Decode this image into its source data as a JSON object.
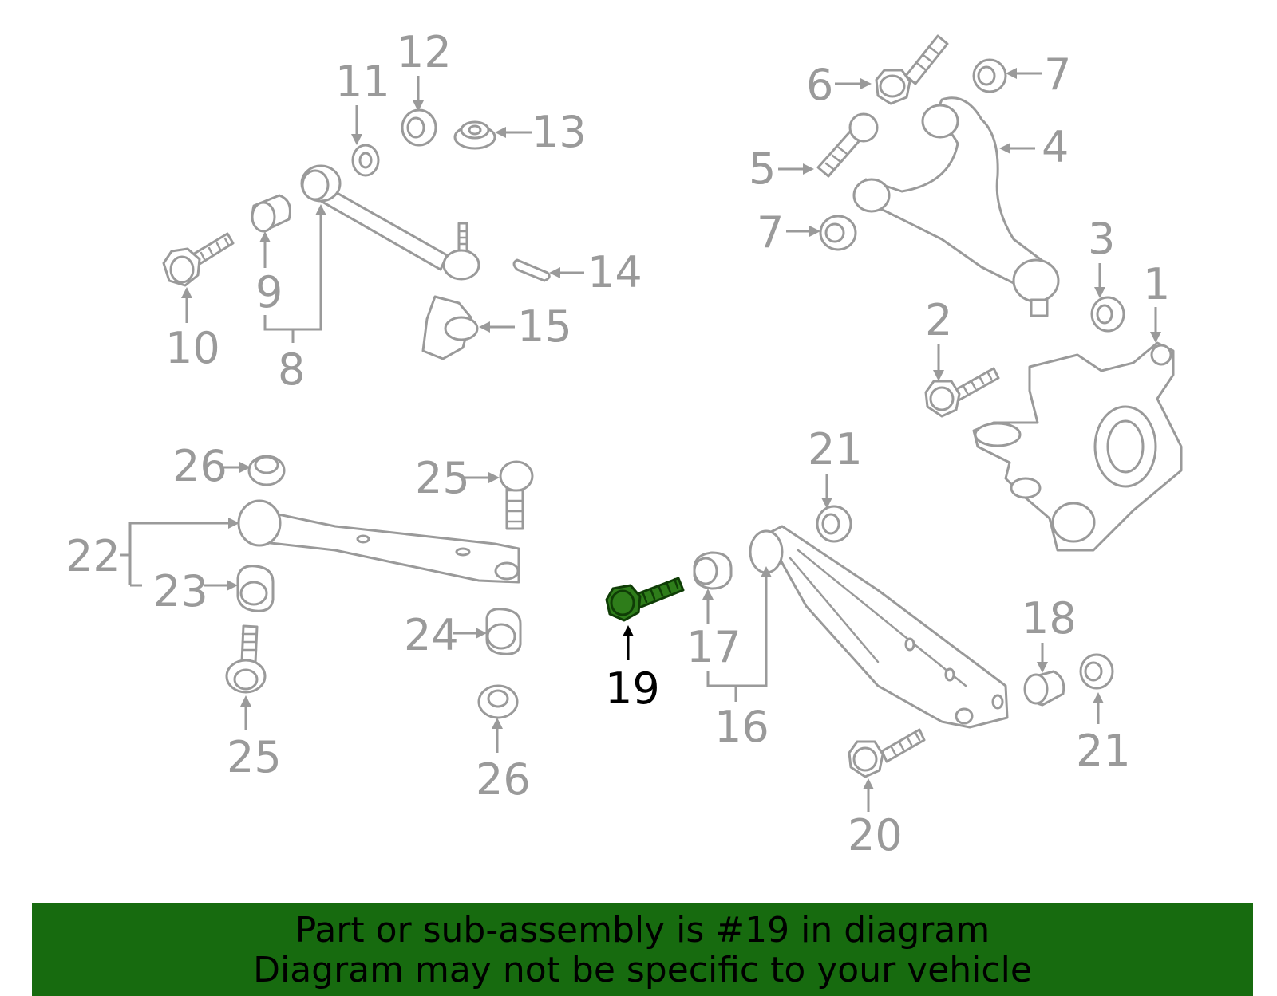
{
  "diagram": {
    "highlight_color": "#2e7d1a",
    "line_color": "#9a9a9a",
    "highlighted_part": "19",
    "callouts": [
      "1",
      "2",
      "3",
      "4",
      "5",
      "6",
      "7",
      "7",
      "8",
      "9",
      "10",
      "11",
      "12",
      "13",
      "14",
      "15",
      "16",
      "17",
      "18",
      "19",
      "20",
      "21",
      "21",
      "22",
      "23",
      "24",
      "25",
      "25",
      "26",
      "26"
    ],
    "parts": {
      "knuckle": "steering-knuckle",
      "upper_control_arm": "upper-control-arm",
      "toe_link": "toe-link-arm",
      "trailing_arm": "lateral-link-arm",
      "lower_control_arm": "lower-control-arm"
    }
  },
  "footer": {
    "line1": "Part or sub-assembly is #19 in diagram",
    "line2": "Diagram may not be specific to your vehicle",
    "background": "#176b0f"
  }
}
